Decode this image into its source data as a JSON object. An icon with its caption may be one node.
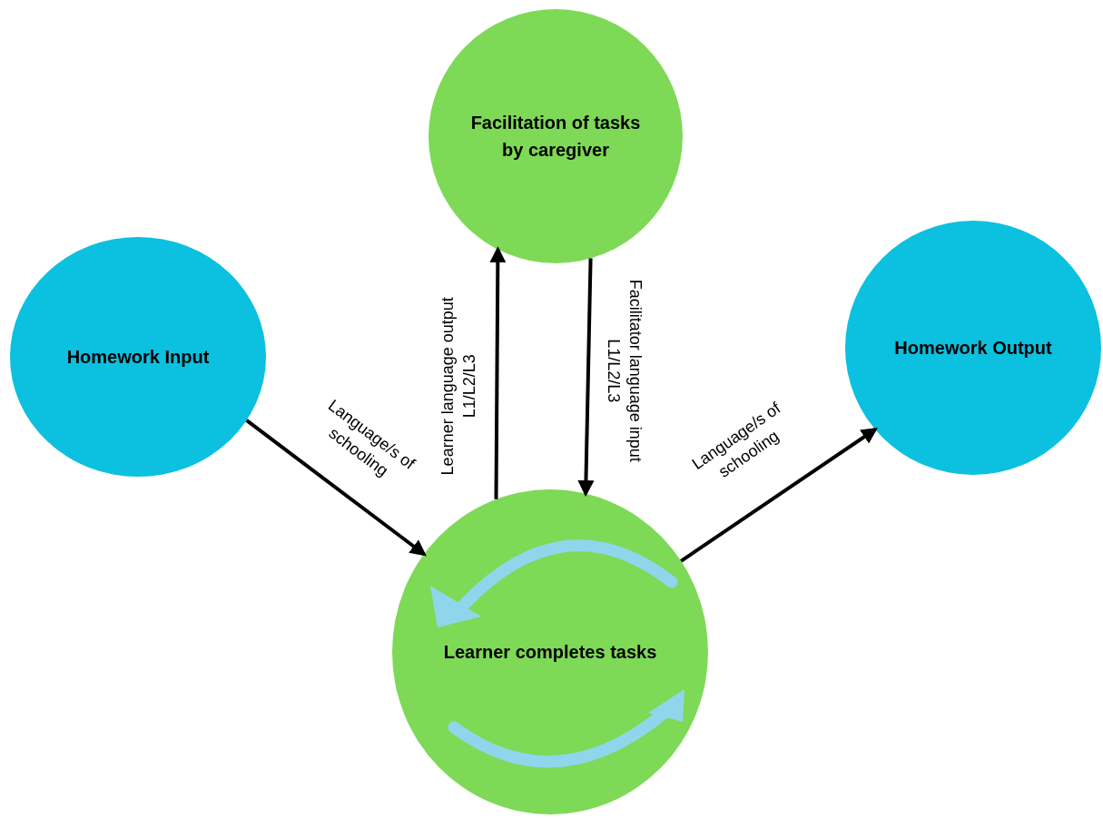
{
  "diagram": {
    "nodes": [
      {
        "text": [
          "Facilitation of tasks by caregiver"
        ]
      },
      {
        "text": [
          "Homework Input"
        ]
      },
      {
        "text": [
          "Homework Output"
        ]
      },
      {
        "text": [
          "Learner completes tasks"
        ]
      }
    ],
    "edges": [
      {
        "from": 1,
        "to": 3,
        "arrow": "to",
        "label": "Language/s of schooling"
      },
      {
        "from": 3,
        "to": 0,
        "arrow": "to",
        "label": "Learner language output L1/L2/L3"
      },
      {
        "from": 0,
        "to": 3,
        "arrow": "to",
        "label": "Facilitator language input L1/L2/L3"
      },
      {
        "from": 3,
        "to": 2,
        "arrow": "to",
        "label": "Language/s of schooling"
      }
    ]
  }
}
